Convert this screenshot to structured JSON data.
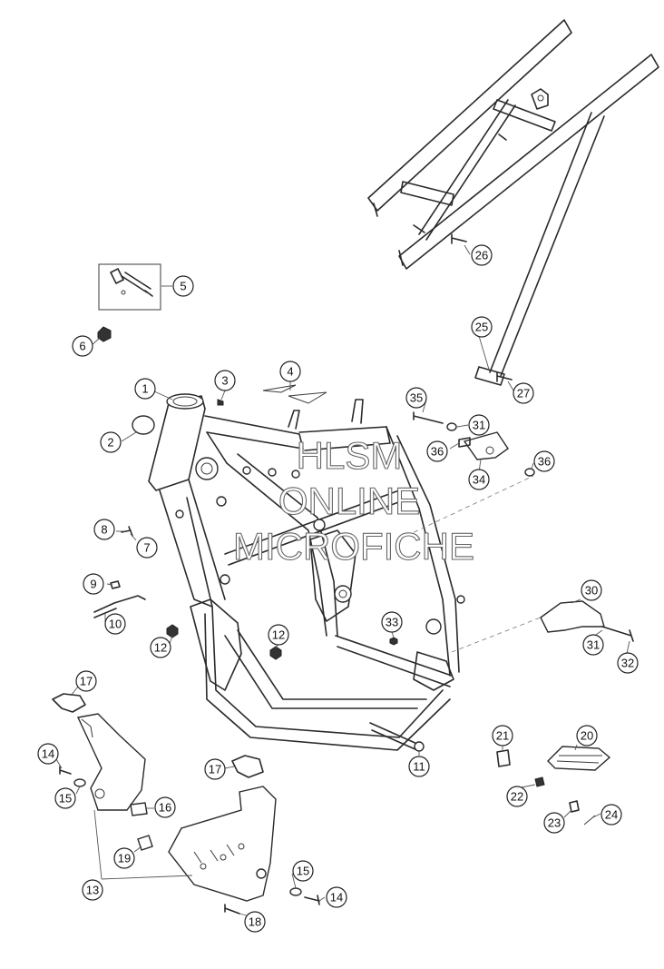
{
  "watermark": {
    "line1": "HLSM",
    "line2": "ONLINE",
    "line3": "MICROFICHE"
  },
  "callouts": [
    {
      "label": "1"
    },
    {
      "label": "2"
    },
    {
      "label": "3"
    },
    {
      "label": "4"
    },
    {
      "label": "5"
    },
    {
      "label": "6"
    },
    {
      "label": "7"
    },
    {
      "label": "8"
    },
    {
      "label": "9"
    },
    {
      "label": "10"
    },
    {
      "label": "11"
    },
    {
      "label": "12"
    },
    {
      "label": "12"
    },
    {
      "label": "13"
    },
    {
      "label": "14"
    },
    {
      "label": "14"
    },
    {
      "label": "15"
    },
    {
      "label": "15"
    },
    {
      "label": "16"
    },
    {
      "label": "17"
    },
    {
      "label": "17"
    },
    {
      "label": "18"
    },
    {
      "label": "19"
    },
    {
      "label": "20"
    },
    {
      "label": "21"
    },
    {
      "label": "22"
    },
    {
      "label": "23"
    },
    {
      "label": "24"
    },
    {
      "label": "25"
    },
    {
      "label": "26"
    },
    {
      "label": "27"
    },
    {
      "label": "30"
    },
    {
      "label": "31"
    },
    {
      "label": "31"
    },
    {
      "label": "32"
    },
    {
      "label": "33"
    },
    {
      "label": "34"
    },
    {
      "label": "35"
    },
    {
      "label": "36"
    },
    {
      "label": "36"
    }
  ]
}
